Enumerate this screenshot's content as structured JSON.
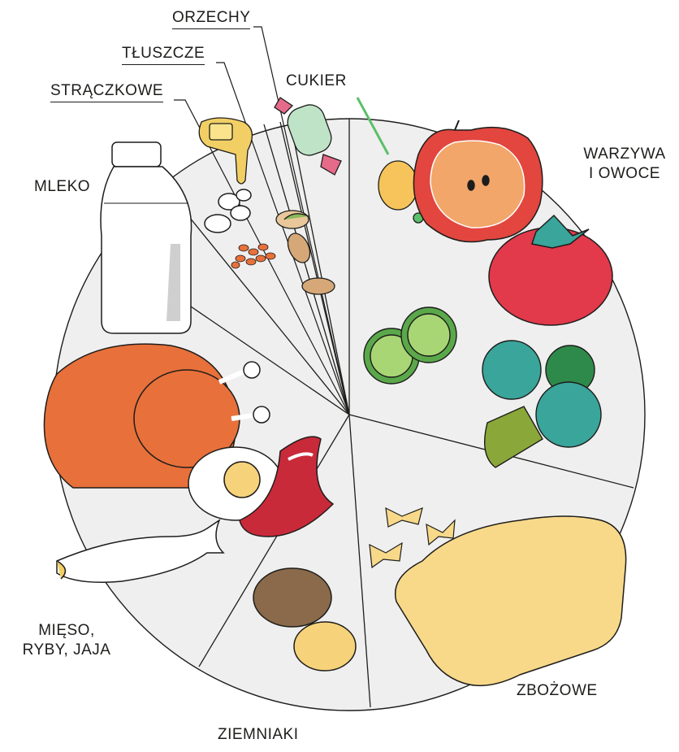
{
  "labels": {
    "orzechy": "ORZECHY",
    "tluszcze": "TŁUSZCZE",
    "straczkowe": "STRĄCZKOWE",
    "cukier": "CUKIER",
    "mleko": "MLEKO",
    "warzywa_line1": "WARZYWA",
    "warzywa_line2": "I OWOCE",
    "mieso_line1": "MIĘSO,",
    "mieso_line2": "RYBY, JAJA",
    "zbozowe": "ZBOŻOWE",
    "ziemniaki": "ZIEMNIAKI"
  },
  "colors": {
    "plate": "#efefef",
    "outline": "#1d1d1b",
    "apple": "#e2463f",
    "apple_flesh": "#f2a66a",
    "tomato": "#e2394b",
    "broccoli": "#3aa59a",
    "broccoli_stem": "#8aa83a",
    "chicken": "#e8703a",
    "bacon": "#c92a3a",
    "egg_yolk": "#f6d27a",
    "bread": "#f8d98a",
    "potato_dark": "#8a6a4a",
    "potato_light": "#f6d27a",
    "milk": "#ffffff",
    "leaf_green": "#5cbf6a",
    "cucumber": "#5aa84a"
  },
  "icons": [
    "apple-icon",
    "tomato-icon",
    "broccoli-icon",
    "cucumber-icon",
    "onion-icon",
    "chicken-icon",
    "egg-icon",
    "bacon-icon",
    "fish-icon",
    "milk-bottle-icon",
    "bread-icon",
    "pasta-icon",
    "potato-icon",
    "beans-icon",
    "lentils-icon",
    "nuts-icon",
    "butter-icon",
    "candy-icon"
  ]
}
